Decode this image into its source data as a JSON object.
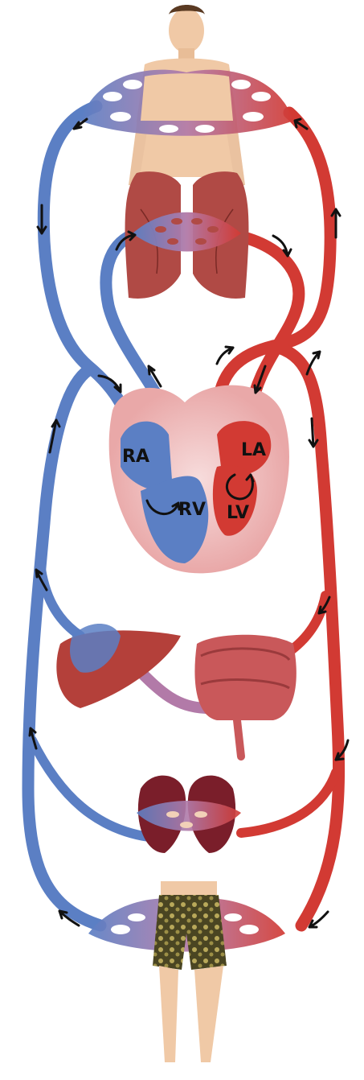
{
  "colors": {
    "oxygen_poor": "#5b7fc4",
    "oxygen_poor_light": "#8fa8dc",
    "oxygen_rich": "#d23a33",
    "oxygen_rich_light": "#e8756c",
    "capillary_mix": "#b27aa8",
    "skin": "#f0c9a6",
    "lung": "#b04a45",
    "liver": "#b4403a",
    "intestine": "#c9585a",
    "kidney": "#7a1e2a",
    "heart_bg": "#f1c6c6",
    "shorts": "#6a6330",
    "arrow": "#111111"
  },
  "icons": [
    "upper-body-icon",
    "lungs-icon",
    "heart-icon",
    "liver-icon",
    "intestines-icon",
    "kidneys-icon",
    "lower-body-icon",
    "flow-arrow-icon"
  ],
  "heart": {
    "chambers": {
      "right_atrium": "RA",
      "right_ventricle": "RV",
      "left_atrium": "LA",
      "left_ventricle": "LV"
    }
  }
}
